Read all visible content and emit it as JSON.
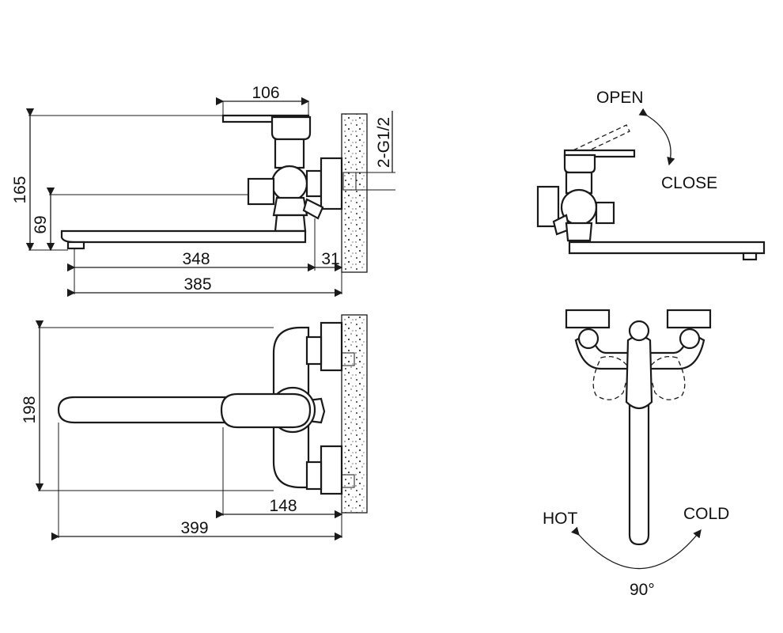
{
  "side_view": {
    "dims": {
      "top_width": "106",
      "total_height": "165",
      "spout_height": "69",
      "spout_length": "348",
      "wall_offset": "31",
      "overall_length": "385",
      "connection": "2-G1/2"
    }
  },
  "top_view": {
    "dims": {
      "depth": "198",
      "body_width": "148",
      "total_length": "399"
    }
  },
  "operation": {
    "open": "OPEN",
    "close": "CLOSE",
    "hot": "HOT",
    "cold": "COLD",
    "angle": "90°"
  },
  "colors": {
    "line": "#1a1a1a",
    "background": "#ffffff"
  }
}
